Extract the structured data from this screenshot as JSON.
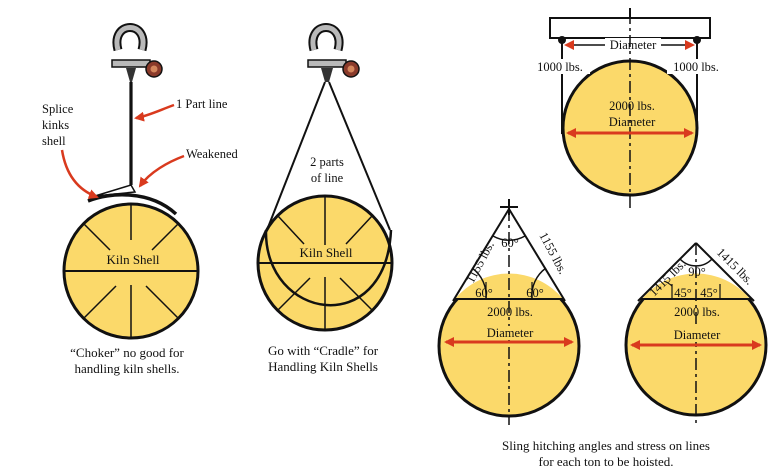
{
  "colors": {
    "shell_fill": "#FBD96A",
    "outline": "#111111",
    "arrow_red": "#D93A1E",
    "shackle_steel": "#B9B9B9",
    "pin_brown": "#8A3A2A"
  },
  "icons": [
    "shackle-icon",
    "kiln-shell-icon",
    "spreader-beam-icon",
    "hook-crosshair-icon"
  ],
  "choker": {
    "splice_label_line1": "Splice",
    "splice_label_line2": "kinks",
    "splice_label_line3": "shell",
    "part_line_label": "1 Part line",
    "weakened_label": "Weakened",
    "shell_label": "Kiln Shell",
    "caption_line1": "“Choker” no good for",
    "caption_line2": "handling kiln shells."
  },
  "cradle": {
    "parts_label_line1": "2 parts",
    "parts_label_line2": "of line",
    "shell_label": "Kiln Shell",
    "caption_line1": "Go with “Cradle” for",
    "caption_line2": "Handling Kiln Shells"
  },
  "spreader": {
    "beam_label": "Diameter",
    "left_load": "1000  lbs.",
    "right_load": "1000  lbs.",
    "center_load": "2000  lbs.",
    "center_label": "Diameter"
  },
  "sixty": {
    "left_load": "1155  lbs.",
    "right_load": "1155  lbs.",
    "top_angle": "60°",
    "left_angle": "60°",
    "right_angle": "60°",
    "center_load": "2000  lbs.",
    "center_label": "Diameter"
  },
  "fortyfive": {
    "left_load": "1415  lbs.",
    "right_load": "1415  lbs.",
    "top_angle": "90°",
    "left_angle": "45°",
    "right_angle": "45°",
    "center_load": "2000  lbs.",
    "center_label": "Diameter"
  },
  "bottom_caption": {
    "line1": "Sling hitching angles and stress on lines",
    "line2": "for each ton to be hoisted."
  }
}
